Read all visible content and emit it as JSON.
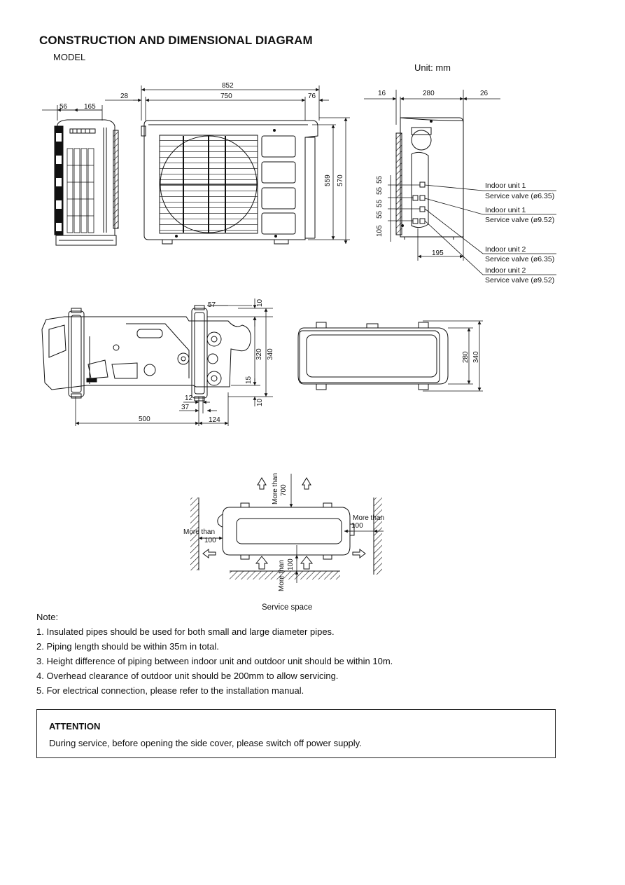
{
  "header": {
    "title": "CONSTRUCTION AND DIMENSIONAL DIAGRAM",
    "model_label": "MODEL",
    "unit_label": "Unit: mm"
  },
  "front_view": {
    "dims": {
      "total_width": "852",
      "body_width": "750",
      "left_offset": "28",
      "right_offset": "76",
      "height_body": "559",
      "height_total": "570"
    }
  },
  "left_side_view": {
    "dims": {
      "depth_a": "56",
      "depth_b": "165"
    }
  },
  "right_side_view": {
    "dims": {
      "left": "16",
      "width": "280",
      "right": "26",
      "valve_offset": "195",
      "valve_pitch_1": "55",
      "valve_pitch_2": "55",
      "valve_pitch_3": "55",
      "valve_pitch_4": "55",
      "valve_bottom": "105"
    },
    "valve_labels": [
      {
        "unit": "Indoor unit 1",
        "valve": "Service valve (ø6.35)"
      },
      {
        "unit": "Indoor unit 1",
        "valve": "Service valve (ø9.52)"
      },
      {
        "unit": "Indoor unit 2",
        "valve": "Service valve (ø6.35)"
      },
      {
        "unit": "Indoor unit 2",
        "valve": "Service valve (ø9.52)"
      }
    ]
  },
  "bottom_view": {
    "dims": {
      "top_offset": "10",
      "foot_width": "57",
      "depth_inner": "320",
      "depth_total": "340",
      "side_15": "15",
      "bottom_offset": "10",
      "d12": "12",
      "d37": "37",
      "span": "500",
      "foot_span": "124"
    }
  },
  "top_view": {
    "dims": {
      "depth_inner": "280",
      "depth_total": "340"
    }
  },
  "service_space": {
    "top_label": "More than",
    "top_value": "700",
    "right_label": "More than",
    "right_value": "100",
    "left_label": "More than",
    "left_value": "100",
    "front_label": "More than",
    "front_value": "100",
    "caption": "Service space"
  },
  "notes": {
    "title": "Note:",
    "items": [
      "1. Insulated pipes should be used for both small and large diameter pipes.",
      "2. Piping length should be within 35m in total.",
      "3. Height difference of piping between indoor unit and outdoor unit should be within 10m.",
      "4. Overhead clearance of outdoor unit should be 200mm to allow servicing.",
      "5. For electrical connection, please refer to the installation manual."
    ]
  },
  "attention": {
    "title": "ATTENTION",
    "text": "During service, before opening the side cover, please switch off power supply."
  }
}
